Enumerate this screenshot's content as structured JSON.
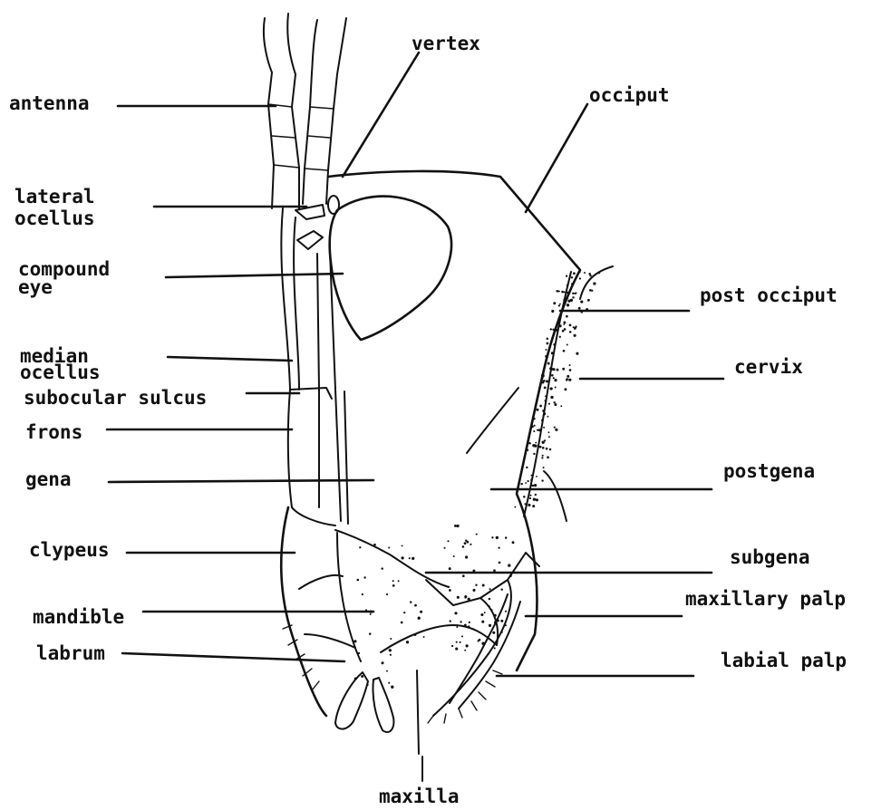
{
  "labels": {
    "antenna": "antenna",
    "lateral_ocellus_1": "lateral",
    "lateral_ocellus_2": "ocellus",
    "compound_eye_1": "compound",
    "compound_eye_2": "eye",
    "median_ocellus_1": "median",
    "median_ocellus_2": "ocellus",
    "subocular_sulcus": "subocular sulcus",
    "frons": "frons",
    "gena": "gena",
    "clypeus": "clypeus",
    "mandible": "mandible",
    "labrum": "labrum",
    "vertex": "vertex",
    "occiput": "occiput",
    "post_occiput": "post occiput",
    "cervix": "cervix",
    "postgena": "postgena",
    "subgena": "subgena",
    "maxillary_palp": "maxillary palp",
    "labial_palp": "labial palp",
    "maxilla": "maxilla"
  }
}
